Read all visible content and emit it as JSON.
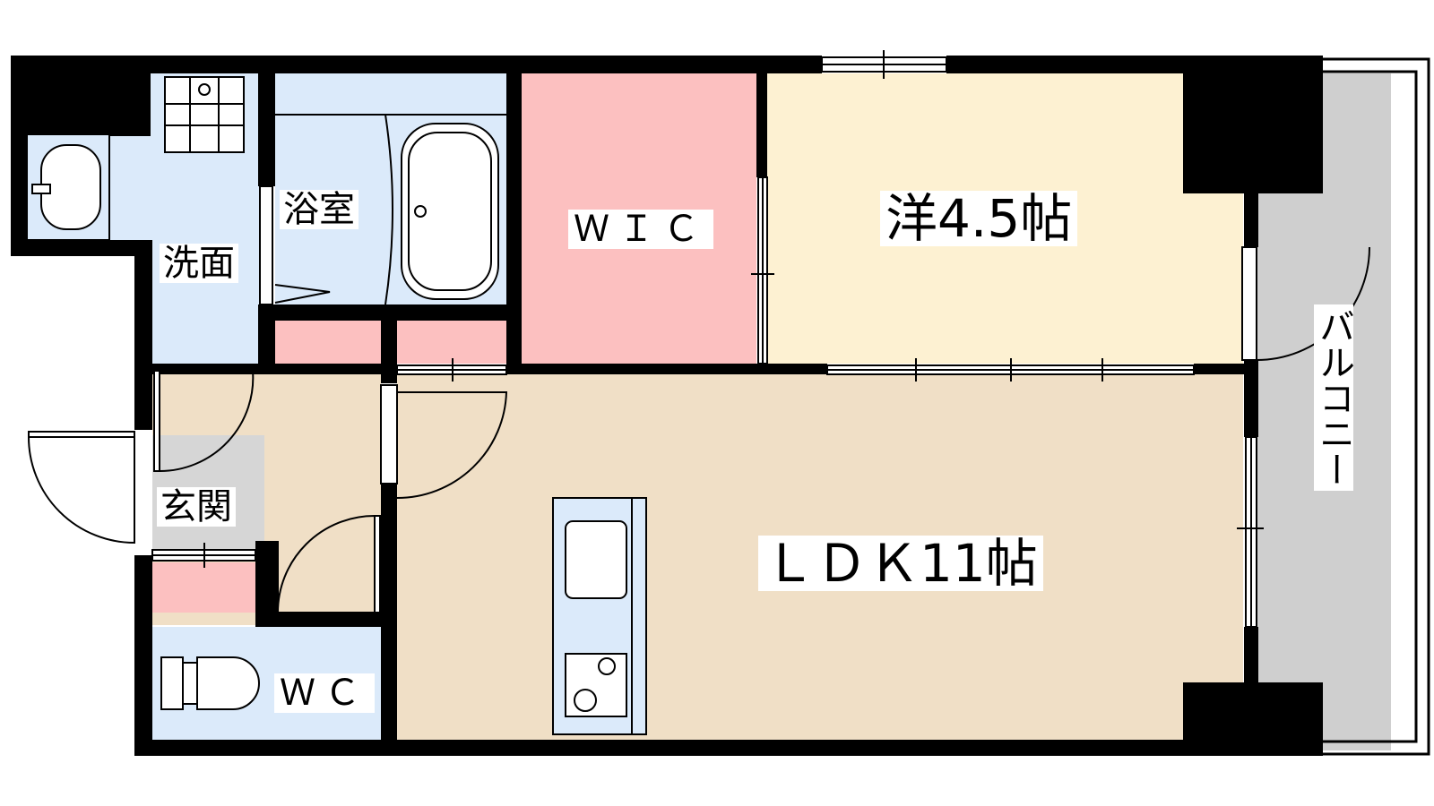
{
  "floor_plan": {
    "rooms": {
      "ldk": {
        "label": "ＬＤＫ11帖",
        "color": "#f0dfc6"
      },
      "western": {
        "label": "洋4.5帖",
        "color": "#fdf1d2"
      },
      "wic": {
        "label": "ＷＩＣ",
        "color": "#fcc0c0"
      },
      "bathroom": {
        "label": "浴室",
        "color": "#dbeafa"
      },
      "washroom": {
        "label": "洗面",
        "color": "#dbeafa"
      },
      "entrance": {
        "label": "玄関",
        "color": "#d6d6d6"
      },
      "toilet": {
        "label": "ＷＣ",
        "color": "#dbeafa"
      },
      "balcony": {
        "label": "バルコニー",
        "color": "#cfcfcf"
      }
    },
    "colors": {
      "wall": "#000000",
      "storage": "#fcc0c0",
      "fixture_fill": "#dbeafa",
      "hallway": "#f0dfc6"
    }
  }
}
